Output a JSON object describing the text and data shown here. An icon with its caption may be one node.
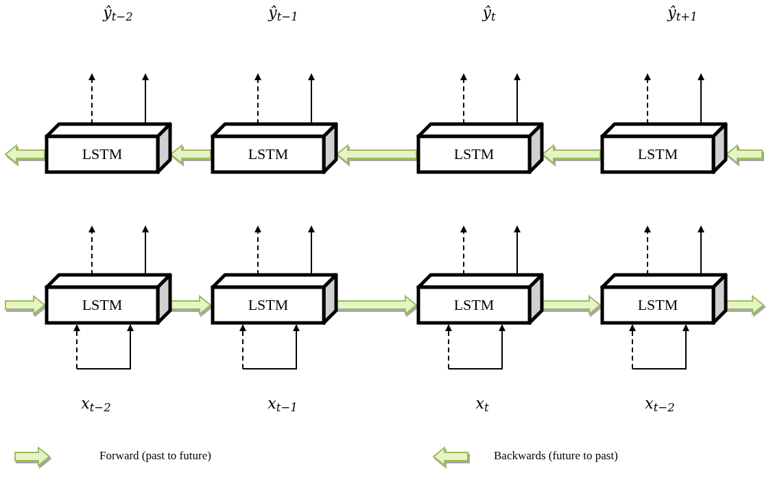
{
  "diagram": {
    "nodes": [
      {
        "text": [
          "LSTM"
        ]
      },
      {
        "text": [
          "LSTM"
        ]
      },
      {
        "text": [
          "LSTM"
        ]
      },
      {
        "text": [
          "LSTM"
        ]
      },
      {
        "text": [
          "LSTM"
        ]
      },
      {
        "text": [
          "LSTM"
        ]
      },
      {
        "text": [
          "LSTM"
        ]
      },
      {
        "text": [
          "LSTM"
        ]
      }
    ],
    "edges": [
      {
        "from": 0,
        "to": null,
        "arrow": "to",
        "style": "dashed"
      },
      {
        "from": 0,
        "to": null,
        "arrow": "to"
      },
      {
        "from": 1,
        "to": null,
        "arrow": "to",
        "style": "dashed"
      },
      {
        "from": 1,
        "to": null,
        "arrow": "to"
      },
      {
        "from": 2,
        "to": null,
        "arrow": "to",
        "style": "dashed"
      },
      {
        "from": 2,
        "to": null,
        "arrow": "to"
      },
      {
        "from": 3,
        "to": null,
        "arrow": "to",
        "style": "dashed"
      },
      {
        "from": 3,
        "to": null,
        "arrow": "to"
      },
      {
        "from": 0,
        "to": null,
        "arrow": "to",
        "style": "thick",
        "color": "#9bbb59"
      },
      {
        "from": 1,
        "to": 0,
        "arrow": "to",
        "style": "thick",
        "color": "#9bbb59"
      },
      {
        "from": 2,
        "to": 1,
        "arrow": "to",
        "style": "thick",
        "color": "#9bbb59"
      },
      {
        "from": 3,
        "to": 2,
        "arrow": "to",
        "style": "thick",
        "color": "#9bbb59"
      },
      {
        "from": null,
        "to": 3,
        "arrow": "to",
        "style": "thick",
        "color": "#9bbb59"
      },
      {
        "from": 4,
        "to": null,
        "arrow": "to",
        "style": "dashed"
      },
      {
        "from": 4,
        "to": null,
        "arrow": "to"
      },
      {
        "from": null,
        "to": 4,
        "arrow": "to",
        "style": "dashed"
      },
      {
        "from": null,
        "to": 4,
        "arrow": "to"
      },
      {
        "from": 5,
        "to": null,
        "arrow": "to",
        "style": "dashed"
      },
      {
        "from": 5,
        "to": null,
        "arrow": "to"
      },
      {
        "from": null,
        "to": 5,
        "arrow": "to",
        "style": "dashed"
      },
      {
        "from": null,
        "to": 5,
        "arrow": "to"
      },
      {
        "from": 6,
        "to": null,
        "arrow": "to",
        "style": "dashed"
      },
      {
        "from": 6,
        "to": null,
        "arrow": "to"
      },
      {
        "from": null,
        "to": 6,
        "arrow": "to",
        "style": "dashed"
      },
      {
        "from": null,
        "to": 6,
        "arrow": "to"
      },
      {
        "from": 7,
        "to": null,
        "arrow": "to",
        "style": "dashed"
      },
      {
        "from": 7,
        "to": null,
        "arrow": "to"
      },
      {
        "from": null,
        "to": 7,
        "arrow": "to",
        "style": "dashed"
      },
      {
        "from": null,
        "to": 7,
        "arrow": "to"
      },
      {
        "from": null,
        "to": 4,
        "arrow": "to",
        "style": "thick",
        "color": "#9bbb59"
      },
      {
        "from": 4,
        "to": 5,
        "arrow": "to",
        "style": "thick",
        "color": "#9bbb59"
      },
      {
        "from": 5,
        "to": 6,
        "arrow": "to",
        "style": "thick",
        "color": "#9bbb59"
      },
      {
        "from": 6,
        "to": 7,
        "arrow": "to",
        "style": "thick",
        "color": "#9bbb59"
      },
      {
        "from": 7,
        "to": null,
        "arrow": "to",
        "style": "thick",
        "color": "#9bbb59"
      }
    ],
    "labels": [
      "ŷ$_{t−2}$",
      "ŷ$_{t−1}$",
      "ŷ$_{t}$",
      "ŷ$_{t+1}$",
      "x$_{t−2}$",
      "x$_{t−1}$",
      "x$_{t}$",
      "x$_{t−2}$"
    ],
    "legend": [
      {
        "text": "Forward (past to future)"
      },
      {
        "text": "Backwards (future to past)"
      }
    ]
  }
}
